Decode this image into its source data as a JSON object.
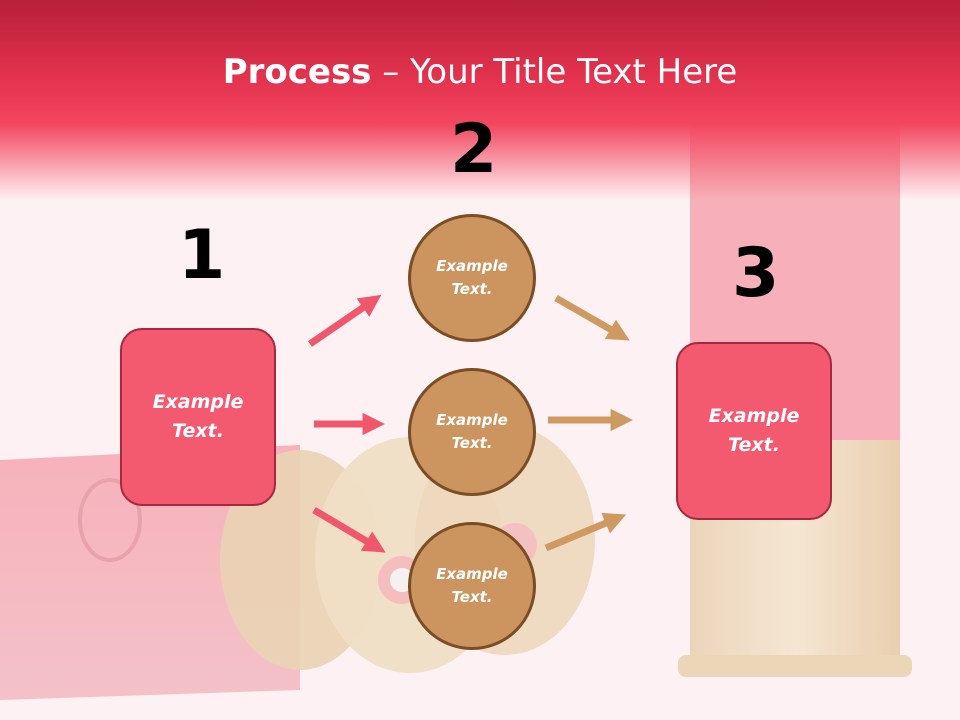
{
  "slide": {
    "title_bold": "Process",
    "title_rest": " – Your Title Text Here"
  },
  "steps": [
    {
      "number": "1",
      "text_line1": "Example",
      "text_line2": "Text."
    },
    {
      "number": "2",
      "items": [
        {
          "text_line1": "Example",
          "text_line2": "Text."
        },
        {
          "text_line1": "Example",
          "text_line2": "Text."
        },
        {
          "text_line1": "Example",
          "text_line2": "Text."
        }
      ]
    },
    {
      "number": "3",
      "text_line1": "Example",
      "text_line2": "Text."
    }
  ],
  "colors": {
    "header": "#e4334f",
    "box_fill": "#f3596f",
    "circle_fill": "#cc9560",
    "arrow_pink": "#f0566c",
    "arrow_tan": "#cf9a62"
  }
}
